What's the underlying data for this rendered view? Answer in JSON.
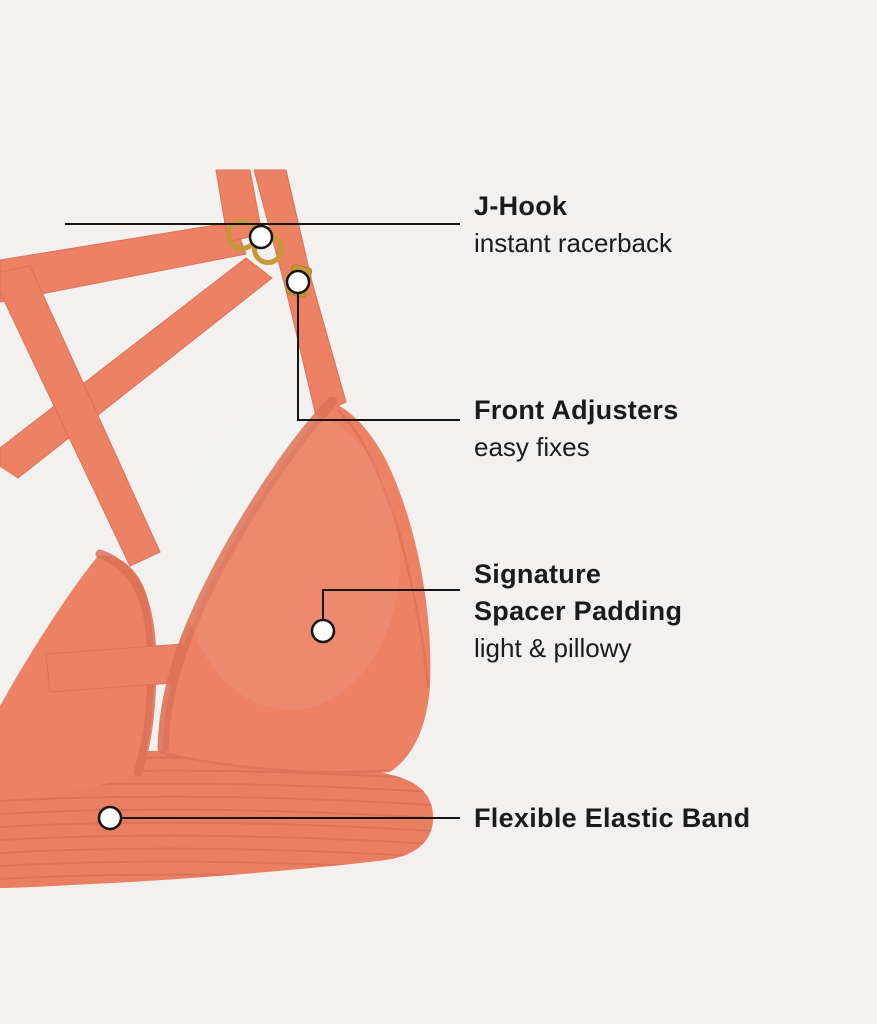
{
  "page": {
    "background_color": "#f2f1f0",
    "text_color": "#1b1b1d"
  },
  "colors": {
    "fabric": "#ec8164",
    "fabric_light": "#f08a6c",
    "fabric_edge": "#dd7156",
    "band": "#e97e61",
    "band_stripe": "#d76e54",
    "gold": "#c7983a",
    "gold_dark": "#a97f2c",
    "line": "#161616",
    "marker": "#ffffff"
  },
  "callouts": [
    {
      "id": "j-hook",
      "title": "J-Hook",
      "subtitle": "instant racerback"
    },
    {
      "id": "front-adjusters",
      "title": "Front Adjusters",
      "subtitle": "easy fixes"
    },
    {
      "id": "signature-spacer-padding",
      "title": "Signature",
      "title_line2": "Spacer Padding",
      "subtitle": "light & pillowy"
    },
    {
      "id": "flexible-elastic-band",
      "title": "Flexible Elastic Band"
    }
  ]
}
